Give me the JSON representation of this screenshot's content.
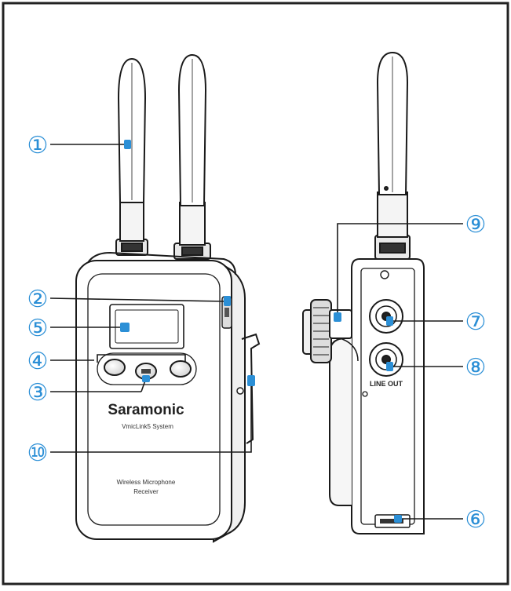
{
  "colors": {
    "callout": "#2b8fd6",
    "line": "#1a1a1a",
    "frame": "#222222"
  },
  "callouts": [
    {
      "num": "①"
    },
    {
      "num": "②"
    },
    {
      "num": "③"
    },
    {
      "num": "④"
    },
    {
      "num": "⑤"
    },
    {
      "num": "⑥"
    },
    {
      "num": "⑦"
    },
    {
      "num": "⑧"
    },
    {
      "num": "⑨"
    },
    {
      "num": "⑩"
    }
  ],
  "device": {
    "brand": "Saramonic",
    "model": "VmicLink5 System",
    "product_line1": "Wireless Microphone",
    "product_line2": "Receiver",
    "jack_label": "LINE OUT"
  }
}
